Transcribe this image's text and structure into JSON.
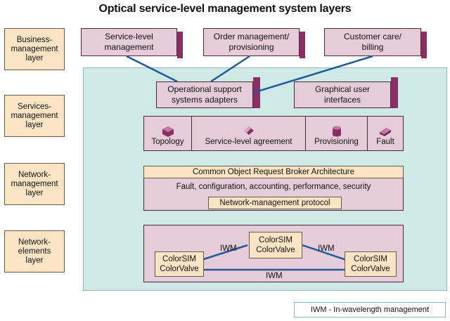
{
  "title": "Optical service-level management system layers",
  "layers": [
    "Business-\nmanagement\nlayer",
    "Services-\nmanagement\nlayer",
    "Network-\nmanagement\nlayer",
    "Network-\nelements\nlayer"
  ],
  "business": {
    "boxes": [
      "Service-level\nmanagement",
      "Order management/\nprovisioning",
      "Customer care/\nbilling"
    ]
  },
  "services": {
    "oss": "Operational support\nsystems adapters",
    "gui": "Graphical user\ninterfaces",
    "modules": [
      {
        "label": "Topology",
        "icon": "cube-icon"
      },
      {
        "label": "Service-level agreement",
        "icon": "diamond-icon"
      },
      {
        "label": "Provisioning",
        "icon": "cylinder-icon"
      },
      {
        "label": "Fault",
        "icon": "slab-icon"
      }
    ]
  },
  "network": {
    "corba": "Common Object Request Broker Architecture",
    "fcaps": "Fault, configuration, accounting, performance, security",
    "protocol": "Network-management protocol"
  },
  "elements": {
    "nodes": [
      "ColorSIM\nColorValve",
      "ColorSIM\nColorValve",
      "ColorSIM\nColorValve"
    ],
    "link_label": "IWM"
  },
  "legend": "IWM - In-wavelength management",
  "colors": {
    "background_panel": "#cfe9e7",
    "layer_box": "#fbe4c4",
    "module_box": "#e6ccd9",
    "shadow": "#8a2f65",
    "link": "#1f5a9a"
  }
}
